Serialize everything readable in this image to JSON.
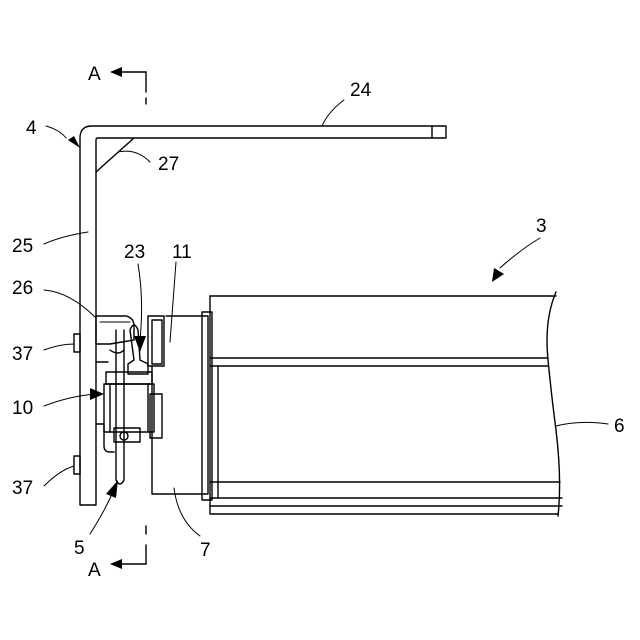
{
  "section_marks": {
    "top": "A",
    "bottom": "A"
  },
  "labels": {
    "l24": "24",
    "l4": "4",
    "l27": "27",
    "l25": "25",
    "l23": "23",
    "l11": "11",
    "l3": "3",
    "l26": "26",
    "l37a": "37",
    "l10": "10",
    "l6": "6",
    "l37b": "37",
    "l5": "5",
    "l7": "7"
  }
}
